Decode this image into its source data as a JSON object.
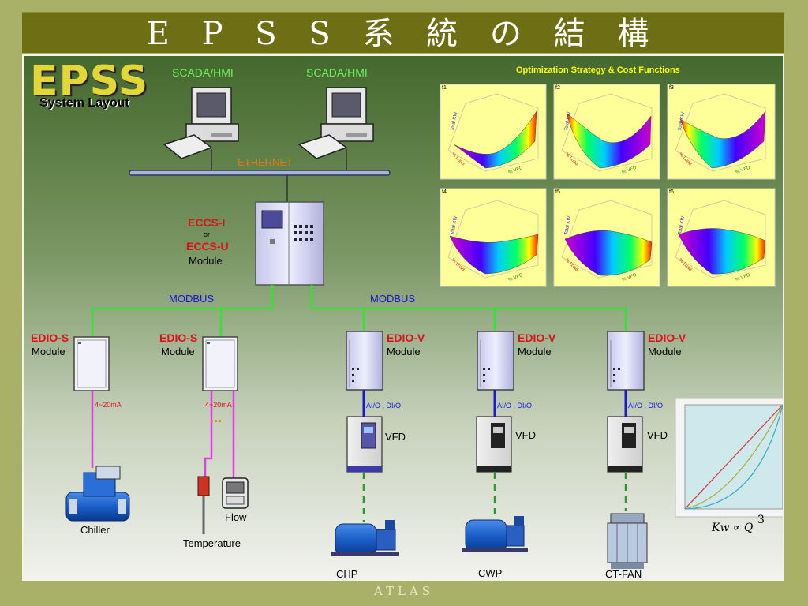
{
  "title": "E P S S 系 統 の 結 構",
  "footer": "ATLAS",
  "logo": {
    "main": "EPSS",
    "sub": "System Layout"
  },
  "scada": [
    "SCADA/HMI",
    "SCADA/HMI"
  ],
  "ethernet": "ETHERNET",
  "eccs": {
    "line1": "ECCS-I",
    "or": "or",
    "line2": "ECCS-U",
    "module": "Module"
  },
  "modbus": [
    "MODBUS",
    "MODBUS"
  ],
  "optimization_title": "Optimization Strategy &  Cost Functions",
  "surface_plots": [
    {
      "label": "f1",
      "zlabel": "Total KW",
      "xlabel": "% VFD",
      "ylabel": "% Load"
    },
    {
      "label": "f2",
      "zlabel": "Total KW",
      "xlabel": "% VFD",
      "ylabel": "% Load"
    },
    {
      "label": "f3",
      "zlabel": "Total KW",
      "xlabel": "% VFD",
      "ylabel": "% Load"
    },
    {
      "label": "f4",
      "zlabel": "Total KW",
      "xlabel": "% VFD",
      "ylabel": "% Load"
    },
    {
      "label": "f5",
      "zlabel": "Total KW",
      "xlabel": "% VFD",
      "ylabel": "% Load"
    },
    {
      "label": "f6",
      "zlabel": "Total KW",
      "xlabel": "% VFD",
      "ylabel": "% Load"
    }
  ],
  "edio_s": [
    {
      "name": "EDIO-S",
      "module": "Module",
      "signal": "4~20mA"
    },
    {
      "name": "EDIO-S",
      "module": "Module",
      "signal": "4~20mA"
    }
  ],
  "edio_v": [
    {
      "name": "EDIO-V",
      "module": "Module",
      "signal": "AI/O , DI/O",
      "vfd": "VFD",
      "device": "CHP"
    },
    {
      "name": "EDIO-V",
      "module": "Module",
      "signal": "AI/O , DI/O",
      "vfd": "VFD",
      "device": "CWP"
    },
    {
      "name": "EDIO-V",
      "module": "Module",
      "signal": "AI/O , DI/O",
      "vfd": "VFD",
      "device": "CT-FAN"
    }
  ],
  "ellipsis": "...",
  "devices": {
    "chiller": "Chiller",
    "temperature": "Temperature",
    "flow": "Flow"
  },
  "formula": {
    "text": "Kw ∝  Q",
    "exponent": "3"
  },
  "colors": {
    "title_bar": "#6e6f14",
    "link_green": "#2ee62e",
    "signal_magenta": "#e040e0",
    "signal_blue": "#1a1acc",
    "accent_red": "#e0101a"
  }
}
